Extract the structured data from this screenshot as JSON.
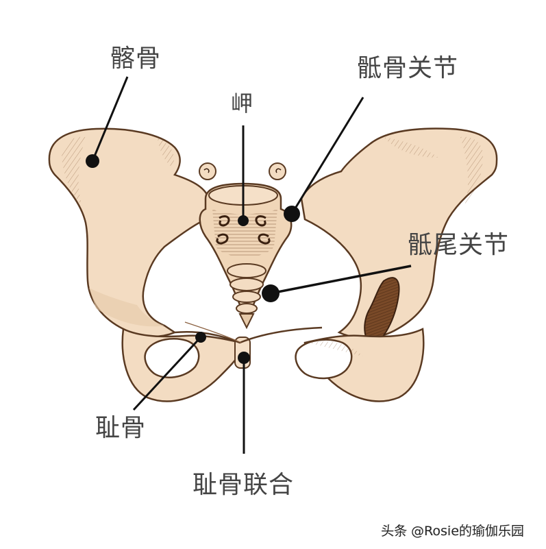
{
  "diagram": {
    "subject": "pelvis",
    "colors": {
      "bone_fill": "#f3dcc2",
      "bone_shade": "#e6c9a8",
      "outline": "#5a3a22",
      "hatch_dark": "#6b4428",
      "pointer": "#111111",
      "label_text": "#444444",
      "background": "#ffffff"
    },
    "labels": [
      {
        "id": "ilium",
        "text": "髂骨"
      },
      {
        "id": "sacroiliac-joint",
        "text": "骶骨关节"
      },
      {
        "id": "promontory",
        "text": "岬"
      },
      {
        "id": "sacrococcygeal-joint",
        "text": "骶尾关节"
      },
      {
        "id": "pubis",
        "text": "耻骨"
      },
      {
        "id": "pubic-symphysis",
        "text": "耻骨联合"
      }
    ]
  },
  "watermark": {
    "text": "头条 @Rosie的瑜伽乐园"
  }
}
